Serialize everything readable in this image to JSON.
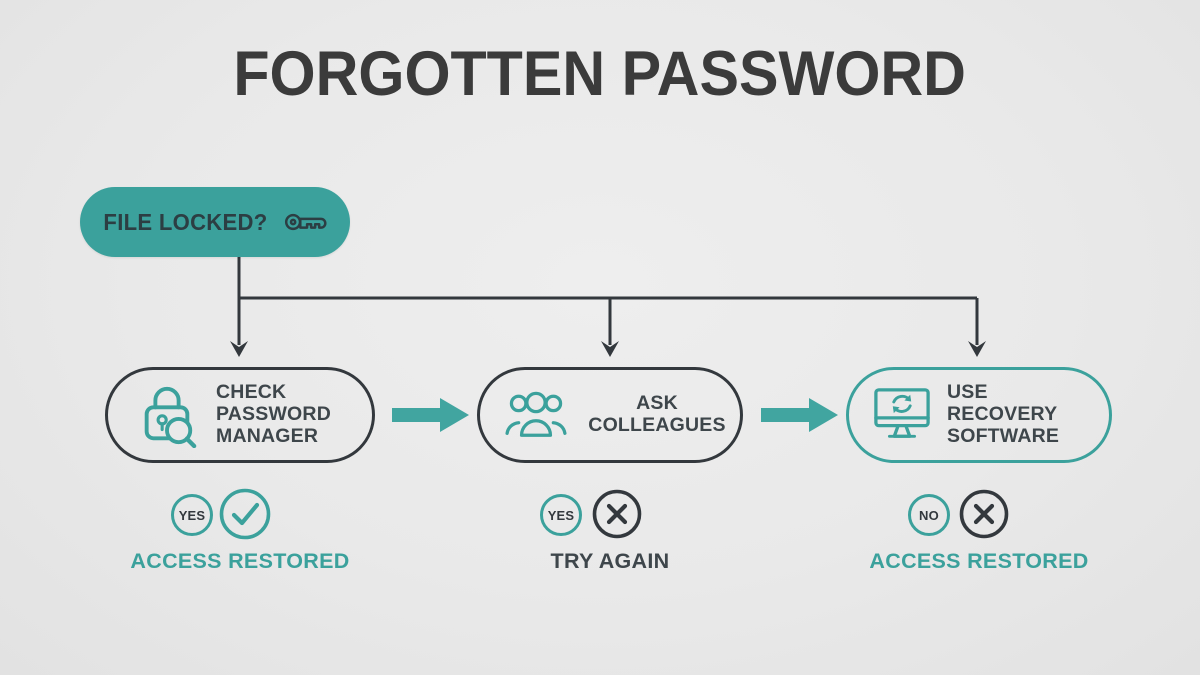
{
  "colors": {
    "teal": "#3BA19C",
    "dark_line": "#33383D",
    "text_dark": "#3E464B",
    "title_color": "#3B3B3B",
    "background": "#E9E9E9"
  },
  "title": "FORGOTTEN PASSWORD",
  "start": {
    "label": "FILE LOCKED?",
    "icon": "key-icon"
  },
  "steps": [
    {
      "label": "CHECK PASSWORD MANAGER",
      "icon": "password-manager-icon",
      "border_color": "#33383D",
      "outcome": {
        "badge": "YES",
        "result": "success",
        "result_icon": "check-circle-icon",
        "label": "ACCESS RESTORED",
        "label_color": "#3BA19C"
      }
    },
    {
      "label": "ASK COLLEAGUES",
      "icon": "colleagues-icon",
      "border_color": "#33383D",
      "outcome": {
        "badge": "YES",
        "result": "failure",
        "result_icon": "cross-circle-icon",
        "label": "TRY AGAIN",
        "label_color": "#3E464B"
      }
    },
    {
      "label": "USE RECOVERY SOFTWARE",
      "icon": "recovery-software-icon",
      "border_color": "#3BA19C",
      "outcome": {
        "badge": "NO",
        "result": "failure",
        "result_icon": "cross-circle-icon",
        "label": "ACCESS RESTORED",
        "label_color": "#3BA19C"
      }
    }
  ]
}
